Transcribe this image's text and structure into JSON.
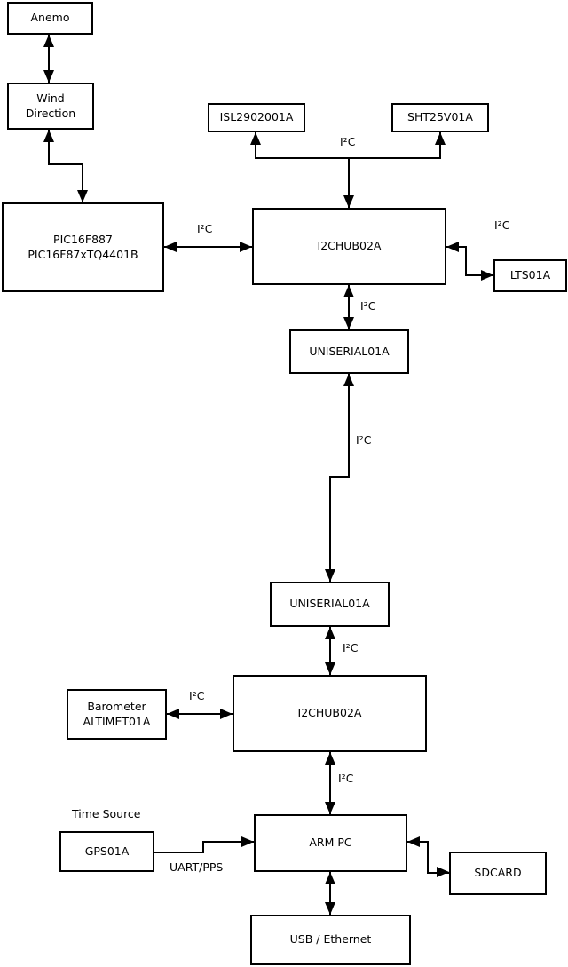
{
  "diagram": {
    "colors": {
      "line": "#000000",
      "box_background": "#ffffff",
      "page_background": "#ffffff",
      "text": "#000000"
    },
    "nodes": {
      "anemo": {
        "label": "Anemo"
      },
      "wind": {
        "label": "Wind\nDirection"
      },
      "pic": {
        "label": "PIC16F887\nPIC16F87xTQ4401B"
      },
      "isl": {
        "label": "ISL2902001A"
      },
      "sht": {
        "label": "SHT25V01A"
      },
      "hub1": {
        "label": "I2CHUB02A"
      },
      "lts": {
        "label": "LTS01A"
      },
      "uniserial1": {
        "label": "UNISERIAL01A"
      },
      "uniserial2": {
        "label": "UNISERIAL01A"
      },
      "hub2": {
        "label": "I2CHUB02A"
      },
      "barometer": {
        "label": "Barometer\nALTIMET01A"
      },
      "gps": {
        "label": "GPS01A",
        "annotation": "Time Source"
      },
      "armpc": {
        "label": "ARM PC"
      },
      "sdcard": {
        "label": "SDCARD"
      },
      "usb": {
        "label": "USB / Ethernet"
      }
    },
    "edges": [
      {
        "from": "Anemo",
        "to": "Wind Direction",
        "label": "",
        "bidirectional": true
      },
      {
        "from": "Wind Direction",
        "to": "PIC16F887 PIC16F87xTQ4401B",
        "label": "",
        "bidirectional": true
      },
      {
        "from": "PIC16F887 PIC16F87xTQ4401B",
        "to": "I2CHUB02A (upper)",
        "label": "I²C",
        "bidirectional": true
      },
      {
        "from": "I2CHUB02A (upper)",
        "to": "ISL2902001A / SHT25V01A",
        "label": "I²C",
        "bidirectional": false
      },
      {
        "from": "I2CHUB02A (upper)",
        "to": "LTS01A",
        "label": "I²C",
        "bidirectional": true
      },
      {
        "from": "I2CHUB02A (upper)",
        "to": "UNISERIAL01A (upper)",
        "label": "I²C",
        "bidirectional": true
      },
      {
        "from": "UNISERIAL01A (upper)",
        "to": "UNISERIAL01A (lower)",
        "label": "I²C",
        "bidirectional": true
      },
      {
        "from": "UNISERIAL01A (lower)",
        "to": "I2CHUB02A (lower)",
        "label": "I²C",
        "bidirectional": true
      },
      {
        "from": "Barometer ALTIMET01A",
        "to": "I2CHUB02A (lower)",
        "label": "I²C",
        "bidirectional": true
      },
      {
        "from": "I2CHUB02A (lower)",
        "to": "ARM PC",
        "label": "I²C",
        "bidirectional": true
      },
      {
        "from": "GPS01A",
        "to": "ARM PC",
        "label": "UART/PPS",
        "bidirectional": false
      },
      {
        "from": "ARM PC",
        "to": "SDCARD",
        "label": "",
        "bidirectional": true
      },
      {
        "from": "ARM PC",
        "to": "USB / Ethernet",
        "label": "",
        "bidirectional": true
      }
    ]
  }
}
